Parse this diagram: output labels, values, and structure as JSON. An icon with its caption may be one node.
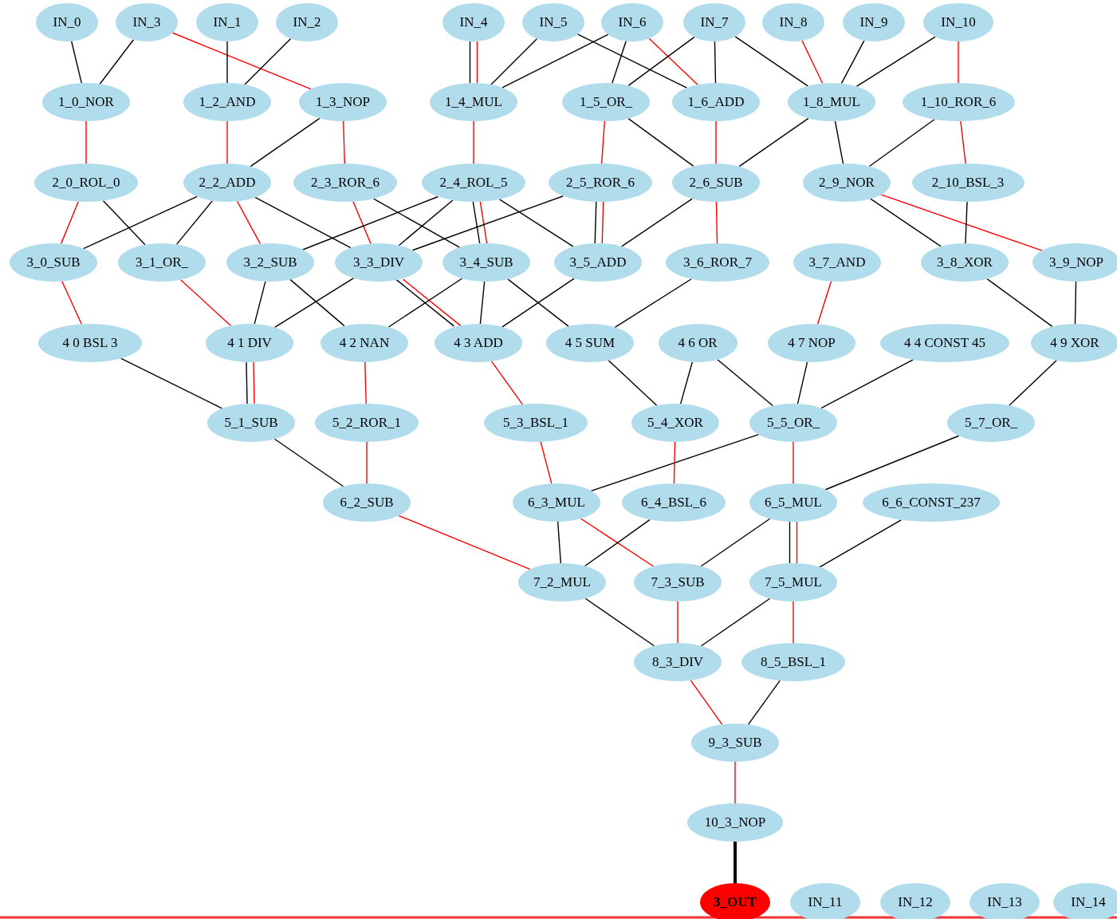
{
  "diagram": {
    "nodes": [
      {
        "text": [
          "IN_0"
        ]
      },
      {
        "text": [
          "IN_3"
        ]
      },
      {
        "text": [
          "IN_1"
        ]
      },
      {
        "text": [
          "IN_2"
        ]
      },
      {
        "text": [
          "IN_4"
        ]
      },
      {
        "text": [
          "IN_5"
        ]
      },
      {
        "text": [
          "IN_6"
        ]
      },
      {
        "text": [
          "IN_7"
        ]
      },
      {
        "text": [
          "IN_8"
        ]
      },
      {
        "text": [
          "IN_9"
        ]
      },
      {
        "text": [
          "IN_10"
        ]
      },
      {
        "text": [
          "1_0_NOR"
        ]
      },
      {
        "text": [
          "1_2_AND"
        ]
      },
      {
        "text": [
          "1_3_NOP"
        ]
      },
      {
        "text": [
          "1_4_MUL"
        ]
      },
      {
        "text": [
          "1_5_OR_"
        ]
      },
      {
        "text": [
          "1_6_ADD"
        ]
      },
      {
        "text": [
          "1_8_MUL"
        ]
      },
      {
        "text": [
          "1_10_ROR_6"
        ]
      },
      {
        "text": [
          "2_0_ROL_0"
        ]
      },
      {
        "text": [
          "2_2_ADD"
        ]
      },
      {
        "text": [
          "2_3_ROR_6"
        ]
      },
      {
        "text": [
          "2_4_ROL_5"
        ]
      },
      {
        "text": [
          "2_5_ROR_6"
        ]
      },
      {
        "text": [
          "2_6_SUB"
        ]
      },
      {
        "text": [
          "2_9_NOR"
        ]
      },
      {
        "text": [
          "2_10_BSL_3"
        ]
      },
      {
        "text": [
          "3_0_SUB"
        ]
      },
      {
        "text": [
          "3_1_OR_"
        ]
      },
      {
        "text": [
          "3_2_SUB"
        ]
      },
      {
        "text": [
          "3_3_DIV"
        ]
      },
      {
        "text": [
          "3_4_SUB"
        ]
      },
      {
        "text": [
          "3_5_ADD"
        ]
      },
      {
        "text": [
          "3_6_ROR_7"
        ]
      },
      {
        "text": [
          "3_7_AND"
        ]
      },
      {
        "text": [
          "3_8_XOR"
        ]
      },
      {
        "text": [
          "3_9_NOP"
        ]
      },
      {
        "text": [
          "4 0 BSL 3"
        ]
      },
      {
        "text": [
          "4 1 DIV"
        ]
      },
      {
        "text": [
          "4 2 NAN"
        ]
      },
      {
        "text": [
          "4 3 ADD"
        ]
      },
      {
        "text": [
          "4 5 SUM"
        ]
      },
      {
        "text": [
          "4 6 OR"
        ]
      },
      {
        "text": [
          "4 7 NOP"
        ]
      },
      {
        "text": [
          "4 4 CONST 45"
        ]
      },
      {
        "text": [
          "4 9 XOR"
        ]
      },
      {
        "text": [
          "5_1_SUB"
        ]
      },
      {
        "text": [
          "5_2_ROR_1"
        ]
      },
      {
        "text": [
          "5_3_BSL_1"
        ]
      },
      {
        "text": [
          "5_4_XOR"
        ]
      },
      {
        "text": [
          "5_5_OR_"
        ]
      },
      {
        "text": [
          "5_7_OR_"
        ]
      },
      {
        "text": [
          "6_2_SUB"
        ]
      },
      {
        "text": [
          "6_3_MUL"
        ]
      },
      {
        "text": [
          "6_4_BSL_6"
        ]
      },
      {
        "text": [
          "6_5_MUL"
        ]
      },
      {
        "text": [
          "6_6_CONST_237"
        ]
      },
      {
        "text": [
          "7_2_MUL"
        ]
      },
      {
        "text": [
          "7_3_SUB"
        ]
      },
      {
        "text": [
          "7_5_MUL"
        ]
      },
      {
        "text": [
          "8_3_DIV"
        ]
      },
      {
        "text": [
          "8_5_BSL_1"
        ]
      },
      {
        "text": [
          "9_3_SUB"
        ]
      },
      {
        "text": [
          "10_3_NOP"
        ]
      },
      {
        "text": [
          "3_OUT"
        ]
      },
      {
        "text": [
          "IN_11"
        ]
      },
      {
        "text": [
          "IN_12"
        ]
      },
      {
        "text": [
          "IN_13"
        ]
      },
      {
        "text": [
          "IN_14"
        ]
      }
    ],
    "edges": [
      {
        "from": 0,
        "to": 11,
        "arrow": "none"
      },
      {
        "from": 1,
        "to": 11,
        "arrow": "none"
      },
      {
        "from": 1,
        "to": 13,
        "arrow": "none",
        "color": "#ff0000"
      },
      {
        "from": 2,
        "to": 12,
        "arrow": "none"
      },
      {
        "from": 3,
        "to": 12,
        "arrow": "none"
      },
      {
        "from": 4,
        "to": 14,
        "arrow": "none"
      },
      {
        "from": 4,
        "to": 14,
        "arrow": "none",
        "color": "#ff0000"
      },
      {
        "from": 5,
        "to": 14,
        "arrow": "none"
      },
      {
        "from": 6,
        "to": 14,
        "arrow": "none"
      },
      {
        "from": 5,
        "to": 16,
        "arrow": "none"
      },
      {
        "from": 6,
        "to": 15,
        "arrow": "none"
      },
      {
        "from": 6,
        "to": 16,
        "arrow": "none",
        "color": "#ff0000"
      },
      {
        "from": 7,
        "to": 15,
        "arrow": "none"
      },
      {
        "from": 7,
        "to": 16,
        "arrow": "none"
      },
      {
        "from": 7,
        "to": 17,
        "arrow": "none"
      },
      {
        "from": 8,
        "to": 17,
        "arrow": "none",
        "color": "#ff0000"
      },
      {
        "from": 9,
        "to": 17,
        "arrow": "none"
      },
      {
        "from": 10,
        "to": 17,
        "arrow": "none"
      },
      {
        "from": 10,
        "to": 18,
        "arrow": "none",
        "color": "#ff0000"
      },
      {
        "from": 11,
        "to": 19,
        "arrow": "none",
        "color": "#ff0000"
      },
      {
        "from": 12,
        "to": 20,
        "arrow": "none",
        "color": "#ff0000"
      },
      {
        "from": 13,
        "to": 20,
        "arrow": "none"
      },
      {
        "from": 13,
        "to": 21,
        "arrow": "none",
        "color": "#ff0000"
      },
      {
        "from": 14,
        "to": 22,
        "arrow": "none",
        "color": "#ff0000"
      },
      {
        "from": 15,
        "to": 23,
        "arrow": "none",
        "color": "#ff0000"
      },
      {
        "from": 15,
        "to": 24,
        "arrow": "none"
      },
      {
        "from": 16,
        "to": 24,
        "arrow": "none",
        "color": "#ff0000"
      },
      {
        "from": 17,
        "to": 24,
        "arrow": "none"
      },
      {
        "from": 17,
        "to": 25,
        "arrow": "none"
      },
      {
        "from": 18,
        "to": 25,
        "arrow": "none"
      },
      {
        "from": 18,
        "to": 26,
        "arrow": "none",
        "color": "#ff0000"
      },
      {
        "from": 19,
        "to": 27,
        "arrow": "none",
        "color": "#ff0000"
      },
      {
        "from": 19,
        "to": 28,
        "arrow": "none"
      },
      {
        "from": 20,
        "to": 27,
        "arrow": "none"
      },
      {
        "from": 20,
        "to": 28,
        "arrow": "none"
      },
      {
        "from": 20,
        "to": 29,
        "arrow": "none",
        "color": "#ff0000"
      },
      {
        "from": 20,
        "to": 30,
        "arrow": "none"
      },
      {
        "from": 21,
        "to": 30,
        "arrow": "none",
        "color": "#ff0000"
      },
      {
        "from": 21,
        "to": 31,
        "arrow": "none"
      },
      {
        "from": 22,
        "to": 29,
        "arrow": "none"
      },
      {
        "from": 22,
        "to": 30,
        "arrow": "none"
      },
      {
        "from": 22,
        "to": 31,
        "arrow": "none"
      },
      {
        "from": 22,
        "to": 31,
        "arrow": "none",
        "color": "#ff0000"
      },
      {
        "from": 22,
        "to": 32,
        "arrow": "none"
      },
      {
        "from": 23,
        "to": 30,
        "arrow": "none"
      },
      {
        "from": 23,
        "to": 32,
        "arrow": "none"
      },
      {
        "from": 23,
        "to": 32,
        "arrow": "none",
        "color": "#ff0000"
      },
      {
        "from": 24,
        "to": 32,
        "arrow": "none"
      },
      {
        "from": 24,
        "to": 33,
        "arrow": "none",
        "color": "#ff0000"
      },
      {
        "from": 25,
        "to": 35,
        "arrow": "none"
      },
      {
        "from": 25,
        "to": 36,
        "arrow": "none",
        "color": "#ff0000"
      },
      {
        "from": 26,
        "to": 35,
        "arrow": "none"
      },
      {
        "from": 27,
        "to": 37,
        "arrow": "none",
        "color": "#ff0000"
      },
      {
        "from": 28,
        "to": 38,
        "arrow": "none",
        "color": "#ff0000"
      },
      {
        "from": 29,
        "to": 38,
        "arrow": "none"
      },
      {
        "from": 29,
        "to": 39,
        "arrow": "none"
      },
      {
        "from": 30,
        "to": 38,
        "arrow": "none"
      },
      {
        "from": 30,
        "to": 40,
        "arrow": "none"
      },
      {
        "from": 30,
        "to": 40,
        "arrow": "none",
        "color": "#ff0000"
      },
      {
        "from": 31,
        "to": 39,
        "arrow": "none"
      },
      {
        "from": 31,
        "to": 40,
        "arrow": "none"
      },
      {
        "from": 31,
        "to": 41,
        "arrow": "none"
      },
      {
        "from": 32,
        "to": 40,
        "arrow": "none"
      },
      {
        "from": 33,
        "to": 41,
        "arrow": "none"
      },
      {
        "from": 34,
        "to": 43,
        "arrow": "none",
        "color": "#ff0000"
      },
      {
        "from": 35,
        "to": 45,
        "arrow": "none"
      },
      {
        "from": 36,
        "to": 45,
        "arrow": "none"
      },
      {
        "from": 37,
        "to": 46,
        "arrow": "none"
      },
      {
        "from": 38,
        "to": 46,
        "arrow": "none"
      },
      {
        "from": 38,
        "to": 46,
        "arrow": "none",
        "color": "#ff0000"
      },
      {
        "from": 39,
        "to": 47,
        "arrow": "none",
        "color": "#ff0000"
      },
      {
        "from": 40,
        "to": 48,
        "arrow": "none",
        "color": "#ff0000"
      },
      {
        "from": 41,
        "to": 49,
        "arrow": "none"
      },
      {
        "from": 42,
        "to": 49,
        "arrow": "none"
      },
      {
        "from": 42,
        "to": 50,
        "arrow": "none"
      },
      {
        "from": 43,
        "to": 50,
        "arrow": "none"
      },
      {
        "from": 44,
        "to": 50,
        "arrow": "none"
      },
      {
        "from": 45,
        "to": 51,
        "arrow": "none"
      },
      {
        "from": 46,
        "to": 52,
        "arrow": "none"
      },
      {
        "from": 47,
        "to": 52,
        "arrow": "none",
        "color": "#ff0000"
      },
      {
        "from": 48,
        "to": 53,
        "arrow": "none",
        "color": "#ff0000"
      },
      {
        "from": 50,
        "to": 53,
        "arrow": "none"
      },
      {
        "from": 49,
        "to": 54,
        "arrow": "none",
        "color": "#ff0000"
      },
      {
        "from": 50,
        "to": 55,
        "arrow": "none",
        "color": "#ff0000"
      },
      {
        "from": 51,
        "to": 55,
        "arrow": "none"
      },
      {
        "from": 52,
        "to": 57,
        "arrow": "none",
        "color": "#ff0000"
      },
      {
        "from": 53,
        "to": 57,
        "arrow": "none"
      },
      {
        "from": 53,
        "to": 58,
        "arrow": "none",
        "color": "#ff0000"
      },
      {
        "from": 54,
        "to": 57,
        "arrow": "none"
      },
      {
        "from": 55,
        "to": 58,
        "arrow": "none"
      },
      {
        "from": 55,
        "to": 59,
        "arrow": "none"
      },
      {
        "from": 55,
        "to": 59,
        "arrow": "none",
        "color": "#ff0000"
      },
      {
        "from": 56,
        "to": 59,
        "arrow": "none"
      },
      {
        "from": 57,
        "to": 60,
        "arrow": "none"
      },
      {
        "from": 58,
        "to": 60,
        "arrow": "none",
        "color": "#ff0000"
      },
      {
        "from": 59,
        "to": 60,
        "arrow": "none"
      },
      {
        "from": 59,
        "to": 61,
        "arrow": "none",
        "color": "#ff0000"
      },
      {
        "from": 60,
        "to": 62,
        "arrow": "none",
        "color": "#ff0000"
      },
      {
        "from": 61,
        "to": 62,
        "arrow": "none"
      },
      {
        "from": 62,
        "to": 63,
        "arrow": "none",
        "color": "#ff0000"
      },
      {
        "from": 63,
        "to": 64,
        "arrow": "none",
        "style": "thick"
      }
    ]
  }
}
